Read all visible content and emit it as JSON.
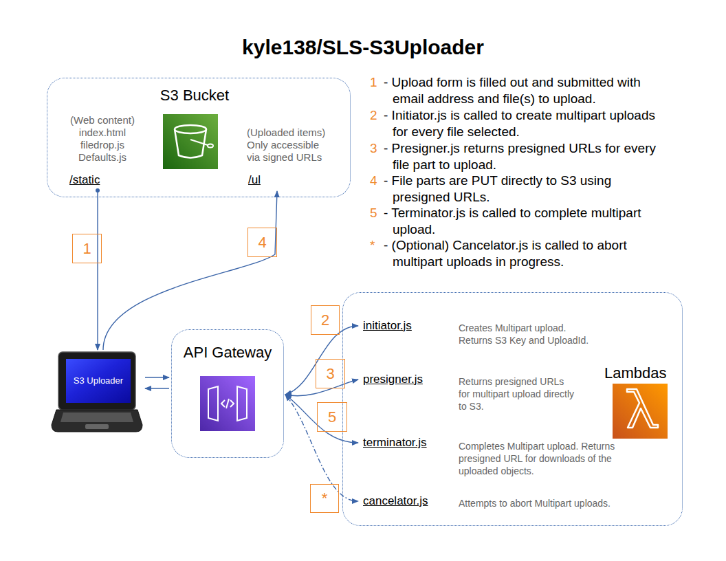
{
  "diagram": {
    "title": "kyle138/SLS-S3Uploader",
    "nodes": [
      {
        "text": [
          "S3 Bucket"
        ]
      },
      {
        "text": [
          "(Web content) index.html filedrop.js Defaults.js",
          "/static"
        ],
        "in": 0
      },
      {
        "text": [
          "(Uploaded items) Only accessible via signed URLs",
          "/ul"
        ],
        "in": 0
      },
      {
        "text": [
          "S3 Uploader"
        ]
      },
      {
        "text": [
          "API Gateway"
        ]
      },
      {
        "text": [
          "Lambdas"
        ]
      },
      {
        "text": [
          "initiator.js",
          "Creates Multipart upload. Returns S3 Key and UploadId."
        ],
        "in": 5
      },
      {
        "text": [
          "presigner.js",
          "Returns presigned URLs for multipart upload directly to S3."
        ],
        "in": 5
      },
      {
        "text": [
          "terminator.js",
          "Completes Multipart upload. Returns presigned URL for downloads of the uploaded objects."
        ],
        "in": 5
      },
      {
        "text": [
          "cancelator.js",
          "Attempts to abort Multipart uploads."
        ],
        "in": 5
      }
    ],
    "edges": [
      {
        "from": 1,
        "to": 3,
        "arrow": "to"
      },
      {
        "from": 3,
        "to": 2,
        "arrow": "to"
      },
      {
        "from": 3,
        "to": 4,
        "arrow": "to"
      },
      {
        "from": 4,
        "to": 3,
        "arrow": "to"
      },
      {
        "from": 4,
        "to": 6,
        "arrow": "both"
      },
      {
        "from": 4,
        "to": 7,
        "arrow": "both"
      },
      {
        "from": 4,
        "to": 8,
        "arrow": "both"
      },
      {
        "from": 4,
        "to": 9,
        "arrow": "both"
      }
    ],
    "labels": [
      "1",
      "4",
      "2",
      "3",
      "5",
      "*",
      "1",
      "- Upload form is filled out and submitted with email address and file(s) to upload.",
      "2",
      "- Initiator.js is called to create multipart uploads for every file selected.",
      "3",
      "- Presigner.js returns presigned URLs for every file part to upload.",
      "4",
      "- File parts are PUT directly to S3 using presigned URLs.",
      "5",
      "- Terminator.js is called to complete multipart upload.",
      "*",
      "- (Optional) Cancelator.js is called to abort multipart uploads in progress."
    ]
  }
}
